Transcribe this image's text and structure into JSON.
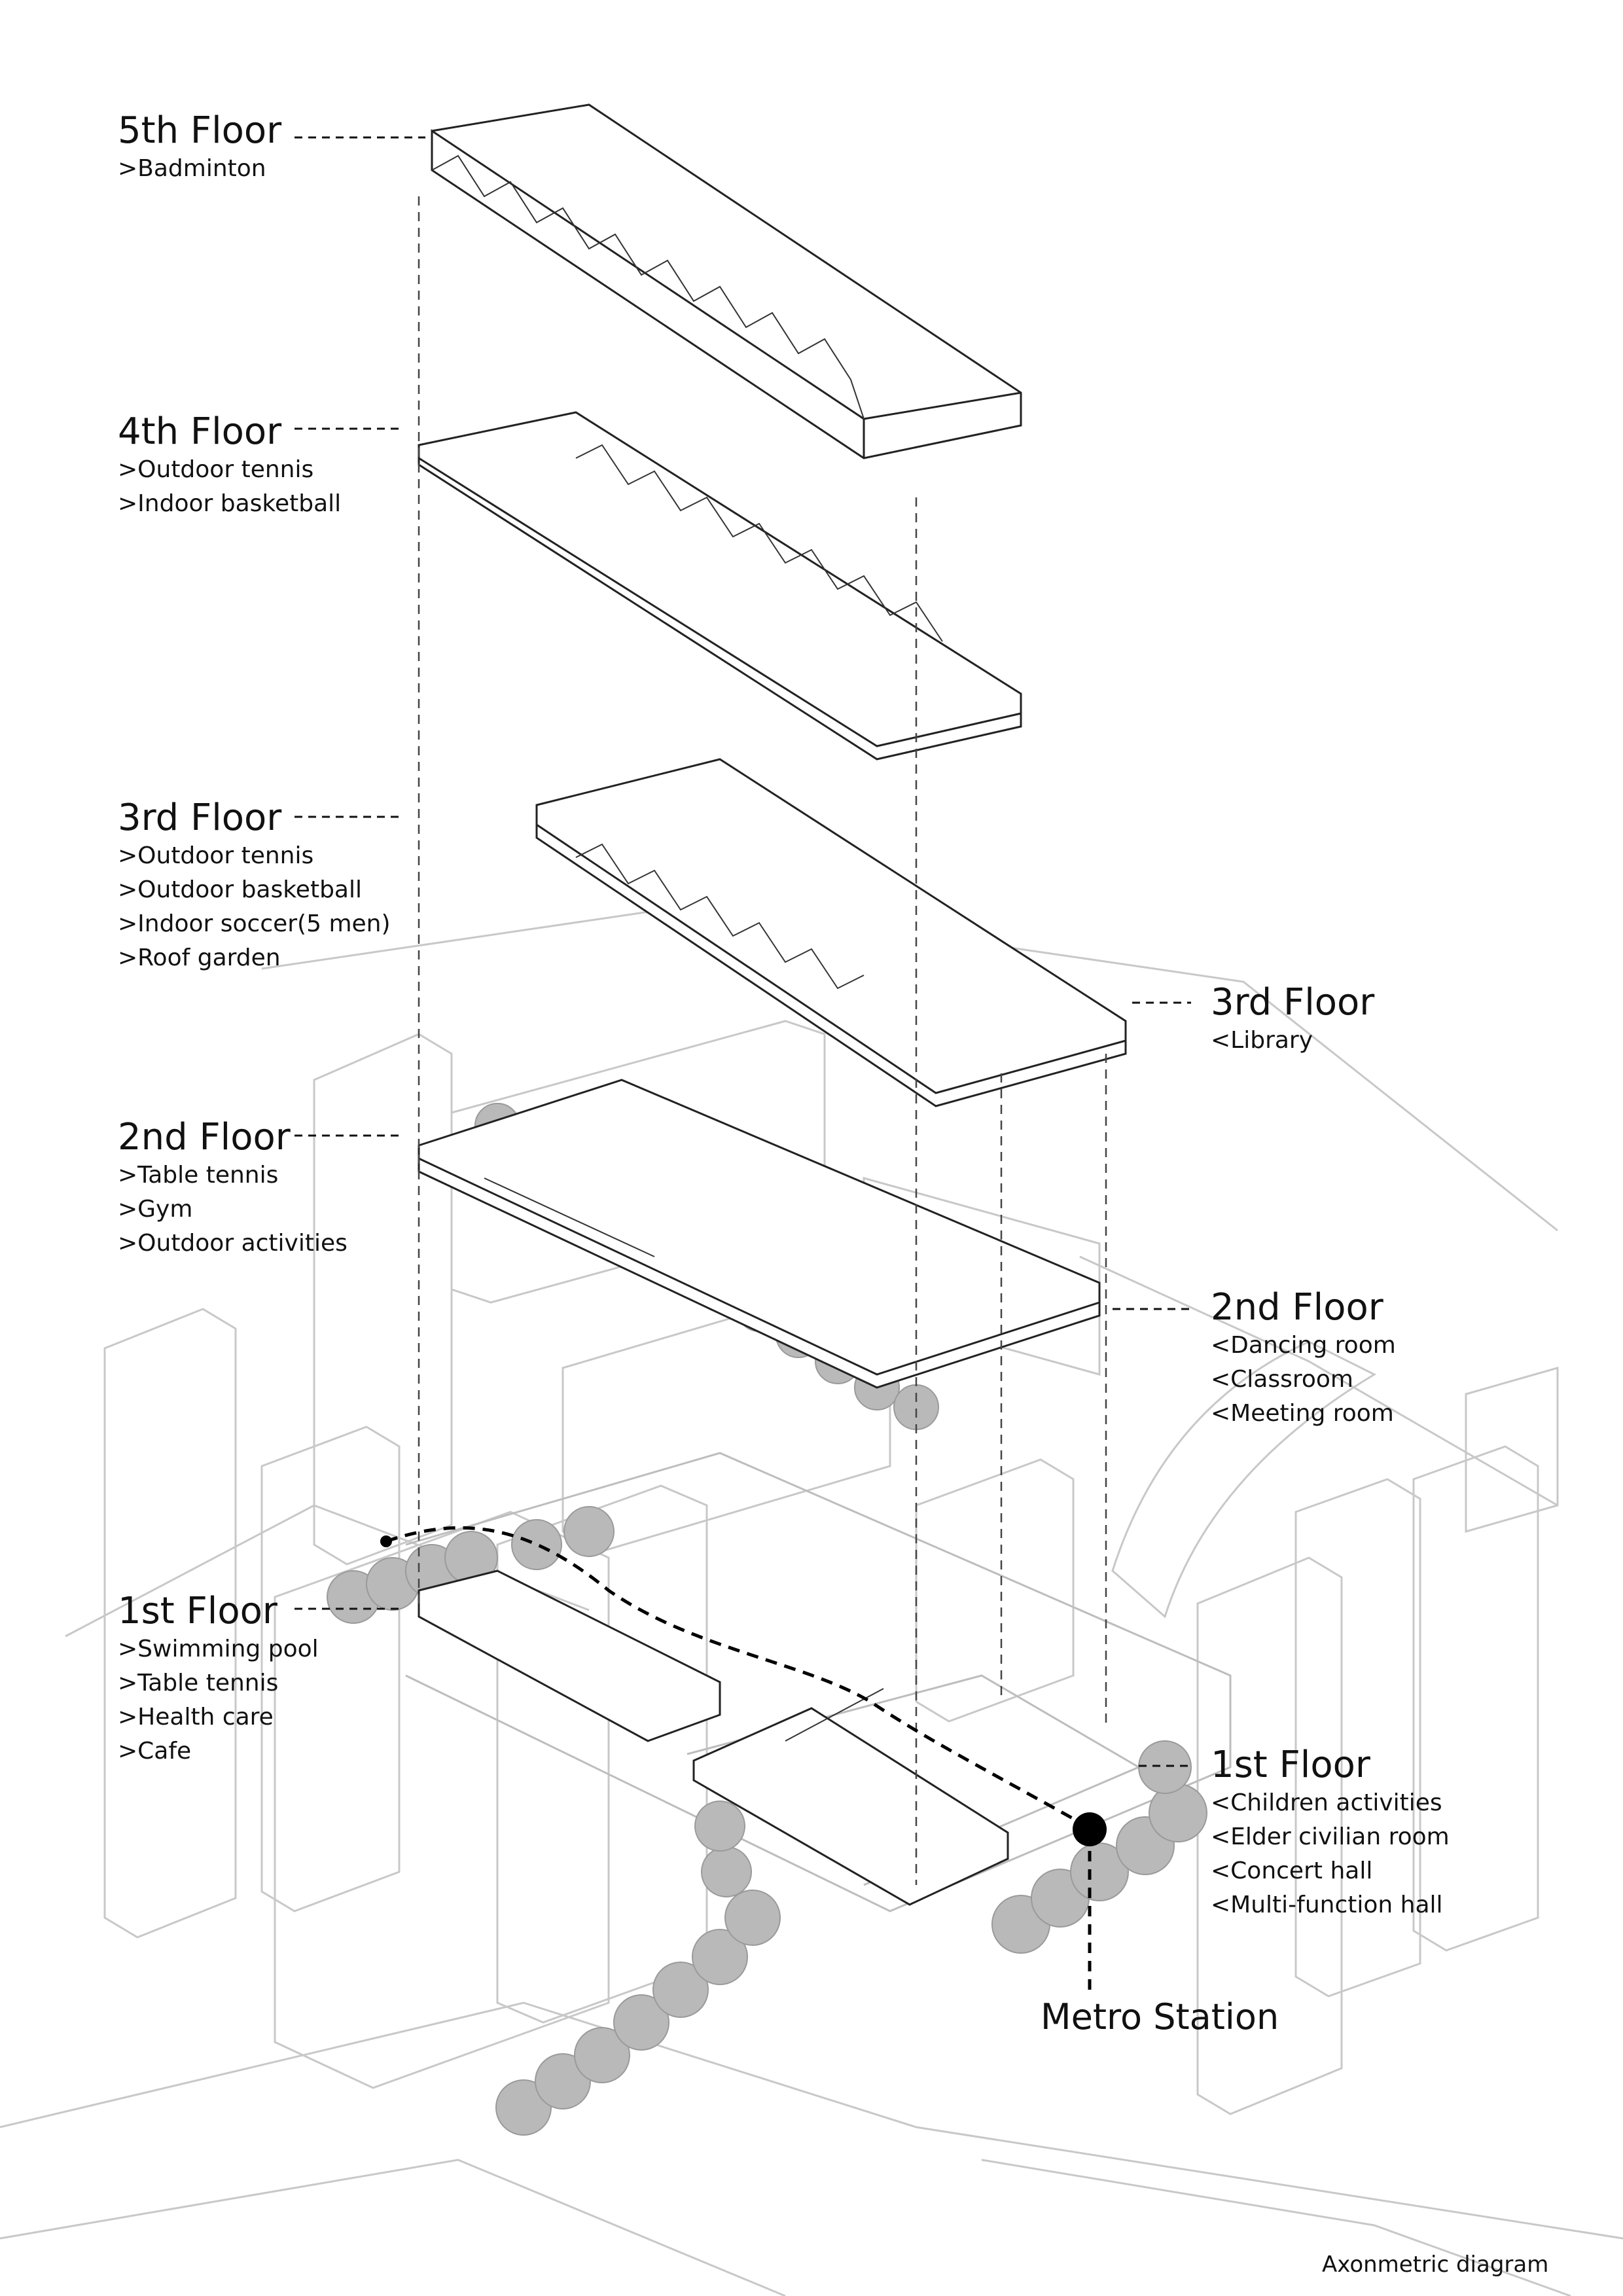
{
  "diagram": {
    "caption": "Axonmetric diagram",
    "metro": "Metro Station",
    "left_labels": [
      {
        "id": "f5",
        "title": "5th Floor",
        "items": [
          ">Badminton"
        ]
      },
      {
        "id": "f4",
        "title": "4th Floor",
        "items": [
          ">Outdoor tennis",
          ">Indoor basketball"
        ]
      },
      {
        "id": "f3",
        "title": "3rd Floor",
        "items": [
          ">Outdoor tennis",
          ">Outdoor basketball",
          ">Indoor soccer(5 men)",
          ">Roof garden"
        ]
      },
      {
        "id": "f2",
        "title": "2nd Floor",
        "items": [
          ">Table tennis",
          ">Gym",
          ">Outdoor activities"
        ]
      },
      {
        "id": "f1",
        "title": "1st Floor",
        "items": [
          ">Swimming pool",
          ">Table tennis",
          ">Health care",
          ">Cafe"
        ]
      }
    ],
    "right_labels": [
      {
        "id": "r3",
        "title": "3rd Floor",
        "items": [
          "<Library"
        ]
      },
      {
        "id": "r2",
        "title": "2nd Floor",
        "items": [
          "<Dancing room",
          "<Classroom",
          "<Meeting room"
        ]
      },
      {
        "id": "r1",
        "title": "1st Floor",
        "items": [
          "<Children activities",
          "<Elder civilian room",
          "<Concert hall",
          "<Multi-function hall"
        ]
      }
    ]
  }
}
